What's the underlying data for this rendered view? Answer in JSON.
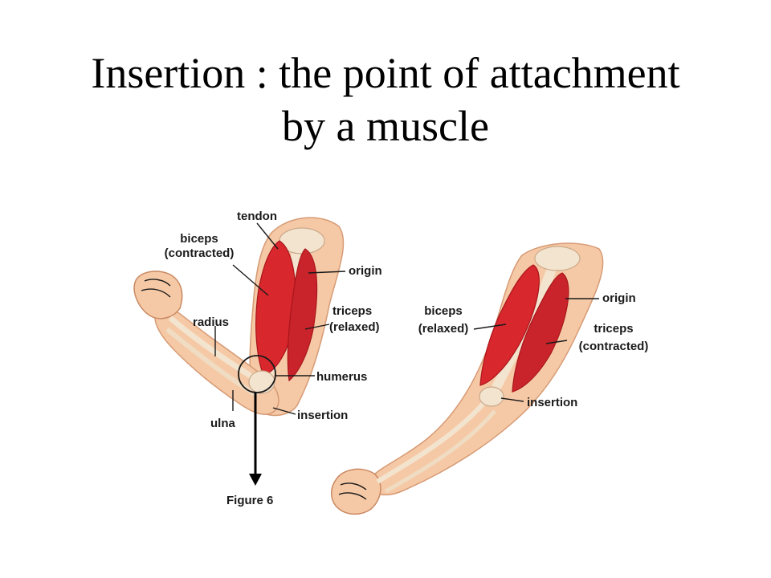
{
  "title": {
    "line1": "Insertion : the point of attachment",
    "line2": "by a muscle"
  },
  "left_arm": {
    "labels": {
      "tendon": "tendon",
      "biceps_line1": "biceps",
      "biceps_line2": "(contracted)",
      "origin": "origin",
      "radius": "radius",
      "triceps_line1": "triceps",
      "triceps_line2": "(relaxed)",
      "humerus": "humerus",
      "ulna": "ulna",
      "insertion": "insertion",
      "figure": "Figure 6"
    }
  },
  "right_arm": {
    "labels": {
      "origin": "origin",
      "biceps_line1": "biceps",
      "biceps_line2": "(relaxed)",
      "triceps_line1": "triceps",
      "triceps_line2": "(contracted)",
      "insertion": "insertion"
    }
  },
  "colors": {
    "skin": "#f6c9a6",
    "skin_shadow": "#e8a77f",
    "muscle": "#d8272d",
    "muscle_dark": "#a8151c",
    "bone": "#f3e4cf"
  }
}
